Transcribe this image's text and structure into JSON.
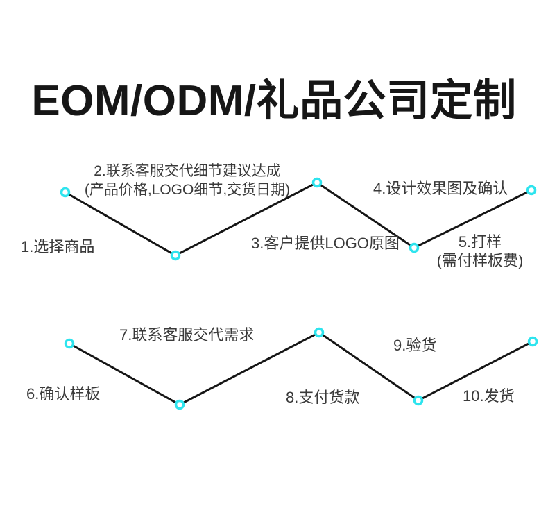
{
  "title": "EOM/ODM/礼品公司定制",
  "colors": {
    "line": "#151515",
    "node_stroke": "#2ee4ee",
    "node_fill": "#ffffff",
    "label_text": "#3a3a3a",
    "title_text": "#161616",
    "background": "#ffffff"
  },
  "steps": [
    {
      "label": "1.选择商品"
    },
    {
      "label": "2.联系客服交代细节建议达成",
      "sub": "(产品价格,LOGO细节,交货日期)"
    },
    {
      "label": "3.客户提供LOGO原图"
    },
    {
      "label": "4.设计效果图及确认"
    },
    {
      "label": "5.打样",
      "sub": "(需付样板费)"
    },
    {
      "label": "6.确认样板"
    },
    {
      "label": "7.联系客服交代需求"
    },
    {
      "label": "8.支付货款"
    },
    {
      "label": "9.验货"
    },
    {
      "label": "10.发货"
    }
  ],
  "diagram": {
    "type": "zigzag-flow",
    "line_width": 3,
    "node_radius": 5.5,
    "node_stroke_width": 3.5,
    "rows": [
      {
        "name": "flow-row-1",
        "points": [
          [
            94,
            277
          ],
          [
            253,
            368
          ],
          [
            457,
            263
          ],
          [
            597,
            357
          ],
          [
            766,
            274
          ]
        ]
      },
      {
        "name": "flow-row-2",
        "points": [
          [
            100,
            495
          ],
          [
            259,
            583
          ],
          [
            460,
            479
          ],
          [
            603,
            577
          ],
          [
            768,
            492
          ]
        ]
      }
    ]
  }
}
